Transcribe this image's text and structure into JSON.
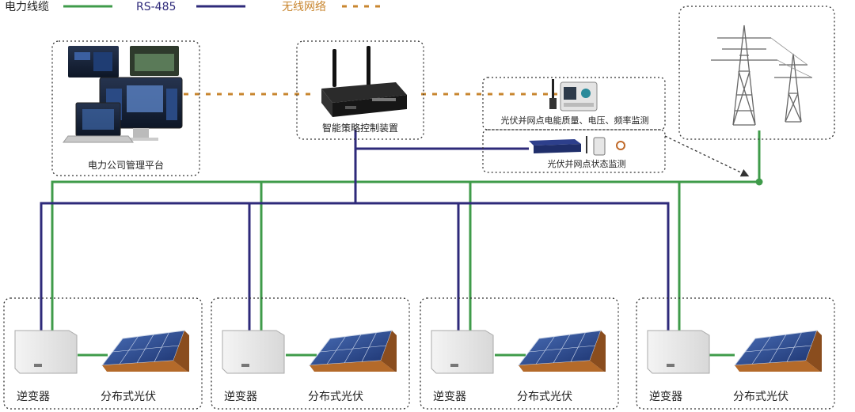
{
  "legend": {
    "power_line": {
      "label": "电力线缆",
      "color": "#3f9b4a"
    },
    "rs485": {
      "label": "RS-485",
      "color": "#2e2a7a"
    },
    "wireless": {
      "label": "无线网络",
      "color": "#c8862f"
    }
  },
  "nodes": {
    "management_platform": {
      "label": "电力公司管理平台",
      "icon": "monitor-icon"
    },
    "controller": {
      "label": "智能策略控制装置",
      "icon": "router-icon"
    },
    "power_quality_monitor": {
      "label": "光伏并网点电能质量、电压、频率监测",
      "icon": "meter-icon"
    },
    "grid_status_monitor": {
      "label": "光伏并网点状态监测",
      "icon": "switch-icon"
    },
    "grid_tower": {
      "label": "",
      "icon": "transmission-tower-icon"
    }
  },
  "units": [
    {
      "inverter_label": "逆变器",
      "pv_label": "分布式光伏"
    },
    {
      "inverter_label": "逆变器",
      "pv_label": "分布式光伏"
    },
    {
      "inverter_label": "逆变器",
      "pv_label": "分布式光伏"
    },
    {
      "inverter_label": "逆变器",
      "pv_label": "分布式光伏"
    }
  ],
  "colors": {
    "border": "#333333",
    "text": "#222222",
    "panel": "#2c4a8c"
  }
}
